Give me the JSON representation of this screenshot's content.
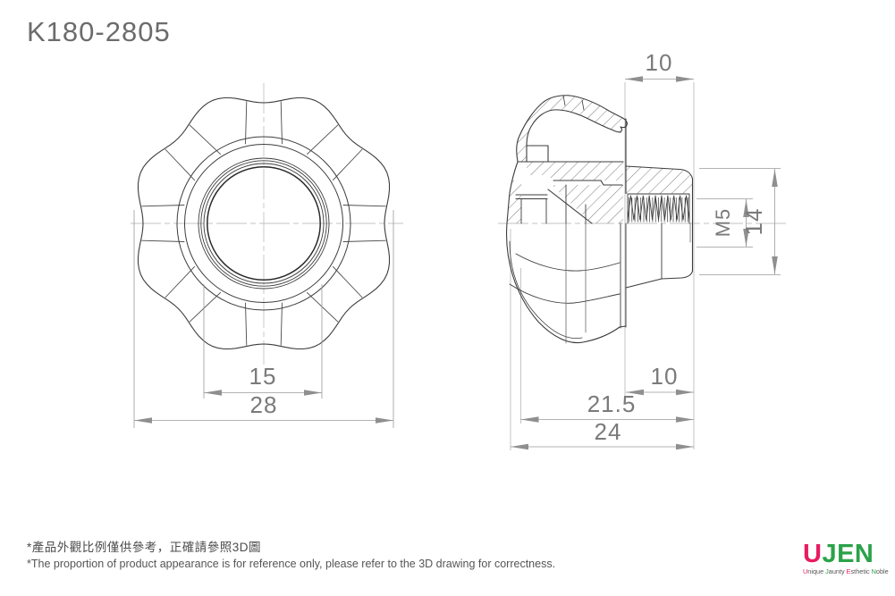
{
  "title": "K180-2805",
  "front_view": {
    "dim_hub": "15",
    "dim_outer": "28"
  },
  "side_view": {
    "dim_boss_top": "10",
    "dim_thread": "M5",
    "dim_boss_dia": "14",
    "dim_boss_bottom": "10",
    "dim_body_len": "21.5",
    "dim_total_len": "24"
  },
  "footer": {
    "note_zh": "*產品外觀比例僅供參考，正確請參照3D圖",
    "note_en": "*The proportion of product appearance is for reference only, please refer to the 3D drawing for correctness."
  },
  "logo": {
    "brand_u": "U",
    "brand_rest": "JEN",
    "tagline_words": [
      "Unique",
      "Jaunty",
      "Esthetic",
      "Noble"
    ],
    "color_magenta": "#e71b60",
    "color_green": "#2ba24a"
  }
}
